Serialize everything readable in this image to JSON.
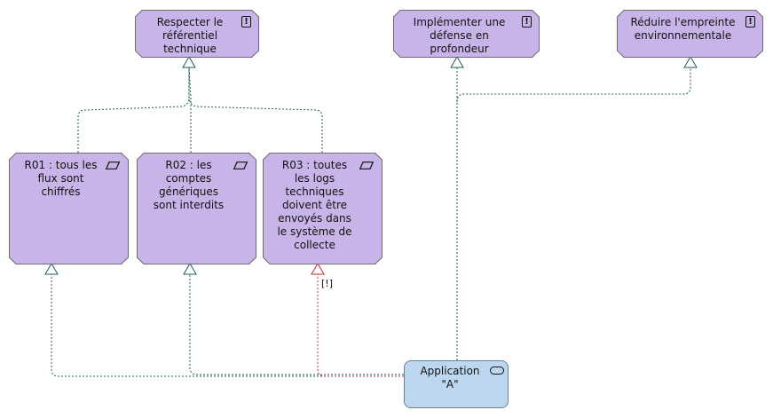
{
  "goals": [
    {
      "id": "g1",
      "label": "Respecter le référentiel technique",
      "lines": [
        "Respecter le",
        "référentiel",
        "technique"
      ]
    },
    {
      "id": "g2",
      "label": "Implémenter une défense en profondeur",
      "lines": [
        "Implémenter une",
        "défense en",
        "profondeur"
      ]
    },
    {
      "id": "g3",
      "label": "Réduire l'empreinte environnementale",
      "lines": [
        "Réduire l'empreinte",
        "environnementale"
      ]
    }
  ],
  "requirements": [
    {
      "id": "r1",
      "lines": [
        "R01 : tous les",
        "flux sont",
        "chiffrés"
      ]
    },
    {
      "id": "r2",
      "lines": [
        "R02 : les",
        "comptes",
        "génériques",
        "sont interdits"
      ]
    },
    {
      "id": "r3",
      "lines": [
        "R03 : toutes",
        "les logs",
        "techniques",
        "doivent être",
        "envoyés dans",
        "le système de",
        "collecte"
      ]
    }
  ],
  "application": {
    "lines": [
      "Application",
      "\"A\""
    ]
  },
  "violation_marker": "[!]",
  "colors": {
    "goal_fill": "#c8b4e8",
    "requirement_fill": "#c8b4e8",
    "application_fill": "#bcd7ef",
    "edge_ok": "#1f5c57",
    "edge_violation": "#c8283c"
  },
  "icons": {
    "goal": "goal-icon",
    "requirement": "requirement-icon",
    "application": "application-component-icon"
  }
}
